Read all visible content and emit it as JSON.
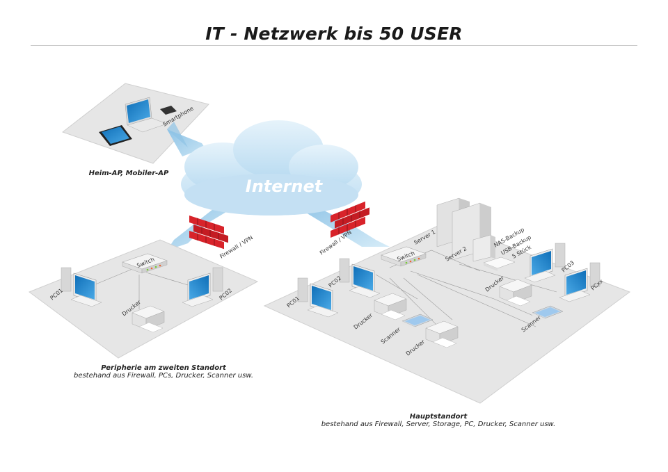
{
  "title": "IT - Netzwerk bis 50 USER",
  "colors": {
    "platform": "#e6e6e6",
    "cloud": "#cfe6f5",
    "arrow": "#9fcbe8",
    "firewall": "#d8232a",
    "screen": "#1f86d0",
    "title_rule": "#c8c8c8"
  },
  "internet": {
    "label": "Internet",
    "icon": "cloud-icon"
  },
  "mobile_site": {
    "caption": "Heim-AP, Mobiler-AP",
    "devices": [
      {
        "type": "laptop",
        "icon": "laptop-icon"
      },
      {
        "type": "tablet",
        "icon": "tablet-icon"
      },
      {
        "type": "smartphone",
        "icon": "smartphone-icon",
        "label": "Smartphone"
      }
    ]
  },
  "second_site": {
    "caption_title": "Peripherie am zweiten Standort",
    "caption_sub": "bestehand aus Firewall, PCs, Drucker, Scanner usw.",
    "firewall_label": "Firewall / VPN",
    "switch_label": "Switch",
    "devices": [
      {
        "label": "PC01",
        "icon": "desktop-pc-icon"
      },
      {
        "label": "PC02",
        "icon": "desktop-pc-icon"
      },
      {
        "label": "Drucker",
        "icon": "printer-icon"
      }
    ]
  },
  "main_site": {
    "caption_title": "Hauptstandort",
    "caption_sub": "bestehand aus Firewall, Server, Storage, PC, Drucker, Scanner usw.",
    "firewall_label": "Firewall / VPN",
    "switch_label": "Switch",
    "servers": [
      {
        "label": "Server 1",
        "icon": "server-icon"
      },
      {
        "label": "Server 2",
        "icon": "server-icon"
      }
    ],
    "storage": [
      {
        "label": "NAS-Backup",
        "icon": "nas-icon"
      },
      {
        "label": "USB-Backup",
        "sub": "5 Stück",
        "icon": "usb-drive-icon"
      }
    ],
    "pcs": [
      {
        "label": "PC01"
      },
      {
        "label": "PC02"
      },
      {
        "label": "PC03"
      },
      {
        "label": "PCxx"
      }
    ],
    "printers": [
      {
        "label": "Drucker"
      },
      {
        "label": "Drucker"
      },
      {
        "label": "Drucker"
      }
    ],
    "scanners": [
      {
        "label": "Scanner"
      },
      {
        "label": "Scanner"
      }
    ]
  }
}
